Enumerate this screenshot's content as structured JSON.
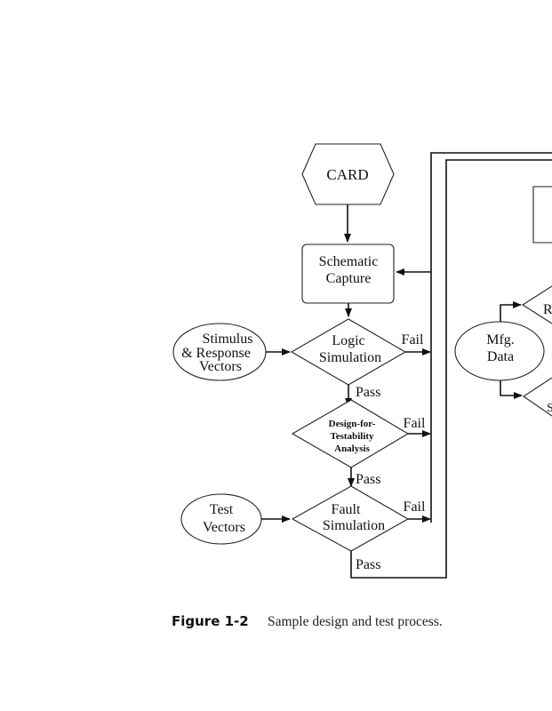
{
  "figure": {
    "number": "Figure 1-2",
    "caption": "Sample design and test process."
  },
  "nodes": {
    "card": "CARD",
    "schematic_capture": [
      "Schematic",
      "Capture"
    ],
    "stimulus_vectors": [
      "Stimulus",
      "& Response",
      "Vectors"
    ],
    "logic_simulation": [
      "Logic",
      "Simulation"
    ],
    "dft_analysis": [
      "Design-for-",
      "Testability",
      "Analysis"
    ],
    "test_vectors": [
      "Test",
      "Vectors"
    ],
    "fault_simulation": [
      "Fault",
      "Simulation"
    ],
    "mfg_data": [
      "Mfg.",
      "Data"
    ],
    "partial_upper_diamond": "R",
    "partial_lower_diamond": "S"
  },
  "edge_labels": {
    "logic_fail": "Fail",
    "logic_pass": "Pass",
    "dft_fail": "Fail",
    "dft_pass": "Pass",
    "fault_fail": "Fail",
    "fault_pass": "Pass"
  }
}
